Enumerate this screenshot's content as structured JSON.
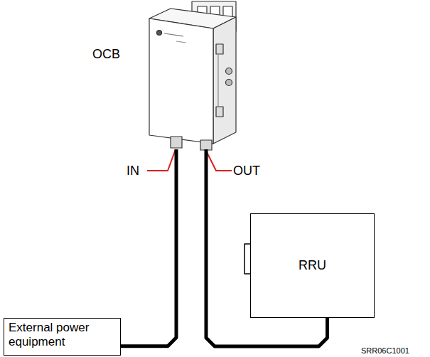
{
  "diagram": {
    "nodes": [
      {
        "text": [
          "OCB"
        ]
      },
      {
        "text": [
          "RRU"
        ]
      },
      {
        "text": [
          "External power equipment"
        ]
      }
    ],
    "edges": [
      {
        "from": 0,
        "to": 2,
        "arrow": "none"
      },
      {
        "from": 0,
        "to": 1,
        "arrow": "none"
      }
    ],
    "labels": [
      "IN",
      "OUT",
      "SRR06C1001"
    ]
  }
}
